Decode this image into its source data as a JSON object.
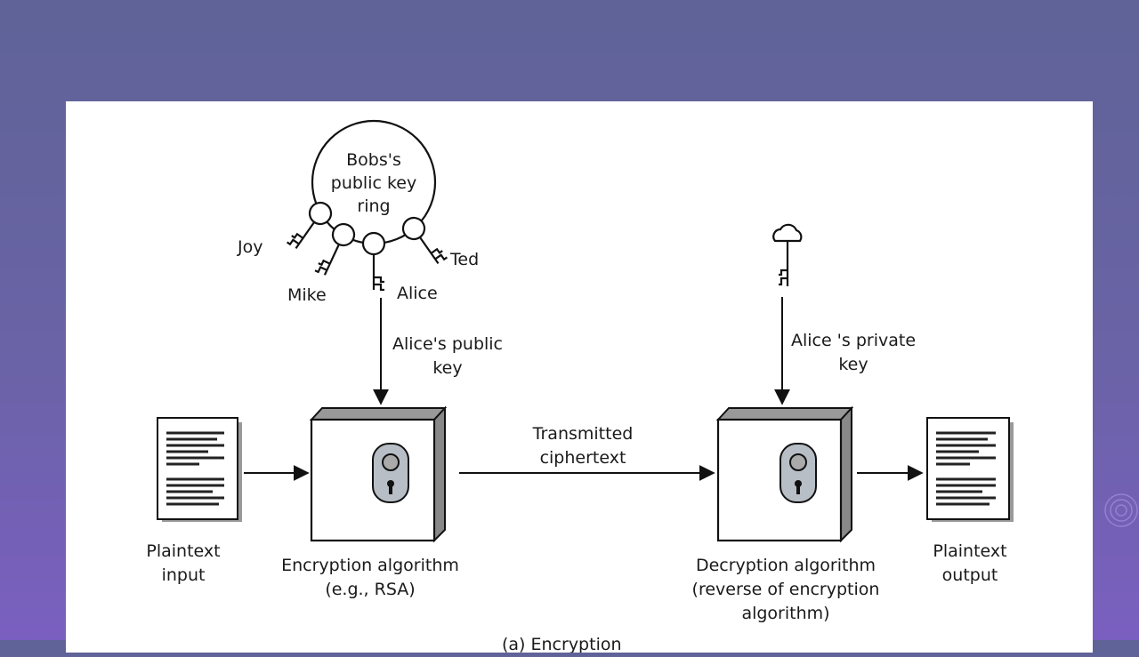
{
  "diagram": {
    "key_ring": {
      "title_lines": [
        "Bobs's",
        "public key",
        "ring"
      ],
      "owners": [
        "Joy",
        "Mike",
        "Alice",
        "Ted"
      ]
    },
    "public_key_label": [
      "Alice's public",
      "key"
    ],
    "private_key_label": [
      "Alice 's private",
      "key"
    ],
    "plaintext_input_label": [
      "Plaintext",
      "input"
    ],
    "encryption_label": [
      "Encryption algorithm",
      "(e.g., RSA)"
    ],
    "transmit_label": [
      "Transmitted",
      "ciphertext"
    ],
    "decryption_label": [
      "Decryption algorithm",
      "(reverse of encryption",
      "algorithm)"
    ],
    "plaintext_output_label": [
      "Plaintext",
      "output"
    ],
    "caption": "(a) Encryption"
  },
  "colors": {
    "background": "#6563a0",
    "lock": "#b7bec6"
  }
}
